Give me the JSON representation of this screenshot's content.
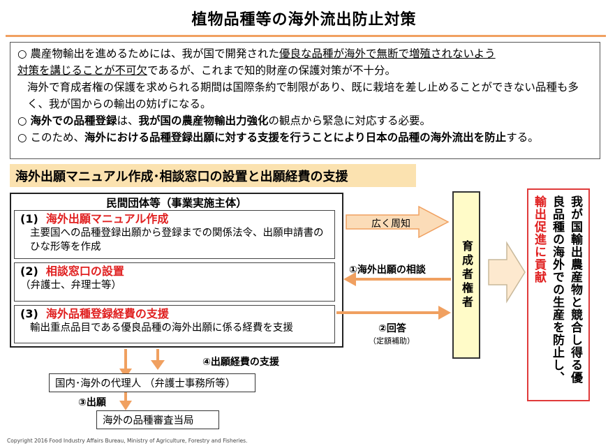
{
  "title": "植物品種等の海外流出防止対策",
  "summary": {
    "p1_bullet": "○",
    "p1_a": "農産物輸出を進めるためには、我が国で開発された",
    "p1_u1": "優良な品種が海外で無断で増殖されないよう",
    "p1_u2": "対策を講じることが不可欠",
    "p1_b": "であるが、これまで知的財産の保護対策が不十分。",
    "p2": "海外で育成者権の保護を求められる期間は国際条約で制限があり、既に栽培を差し止めることができない品種も多く、我が国からの輸出の妨げになる。",
    "p3_bullet": "○",
    "p3_a": "海外での品種登録",
    "p3_b": "は、",
    "p3_c": "我が国の農産物輸出力強化",
    "p3_d": "の観点から緊急に対応する必要。",
    "p4_bullet": "○",
    "p4_a": "このため、",
    "p4_b": "海外における品種登録出願に対する支援を行うことにより日本の品種の海外流出を防止",
    "p4_c": "する。"
  },
  "section_band": "海外出願マニュアル作成･相談窓口の設置と出願経費の支援",
  "implementer": {
    "title": "民間団体等（事業実施主体）",
    "items": [
      {
        "num": "(1)",
        "head": "海外出願マニュアル作成",
        "desc": "主要国への品種登録出願から登録までの関係法令、出願申請書のひな形等を作成"
      },
      {
        "num": "(2)",
        "head": "相談窓口の設置",
        "desc": "（弁護士、弁理士等）"
      },
      {
        "num": "(3)",
        "head": "海外品種登録経費の支援",
        "desc": "輸出重点品目である優良品種の海外出願に係る経費を支援"
      }
    ]
  },
  "arrows": {
    "publicize": "広く周知",
    "consult": "①海外出願の相談",
    "answer": "②回答",
    "answer_note": "（定額補助）",
    "expense": "④出願経費の支援",
    "apply": "③出願"
  },
  "rights_holder": "育成者権者",
  "result_text": "我が国輸出農産物と競合し得る優良品種の海外での生産を防止し、",
  "result_red": "輸出促進に貢献",
  "agent_box": "国内･海外の代理人 （弁護士事務所等）",
  "authority_box": "海外の品種審査当局",
  "copyright": "Copyright 2016 Food Industry Affairs Bureau,  Ministry of Agriculture, Forestry and Fisheries.",
  "colors": {
    "accent_orange": "#f0a060",
    "band": "#fbe2b0",
    "rights_fill": "#fffbc8",
    "result_border": "#e03a3a",
    "red_text": "#e02020"
  }
}
